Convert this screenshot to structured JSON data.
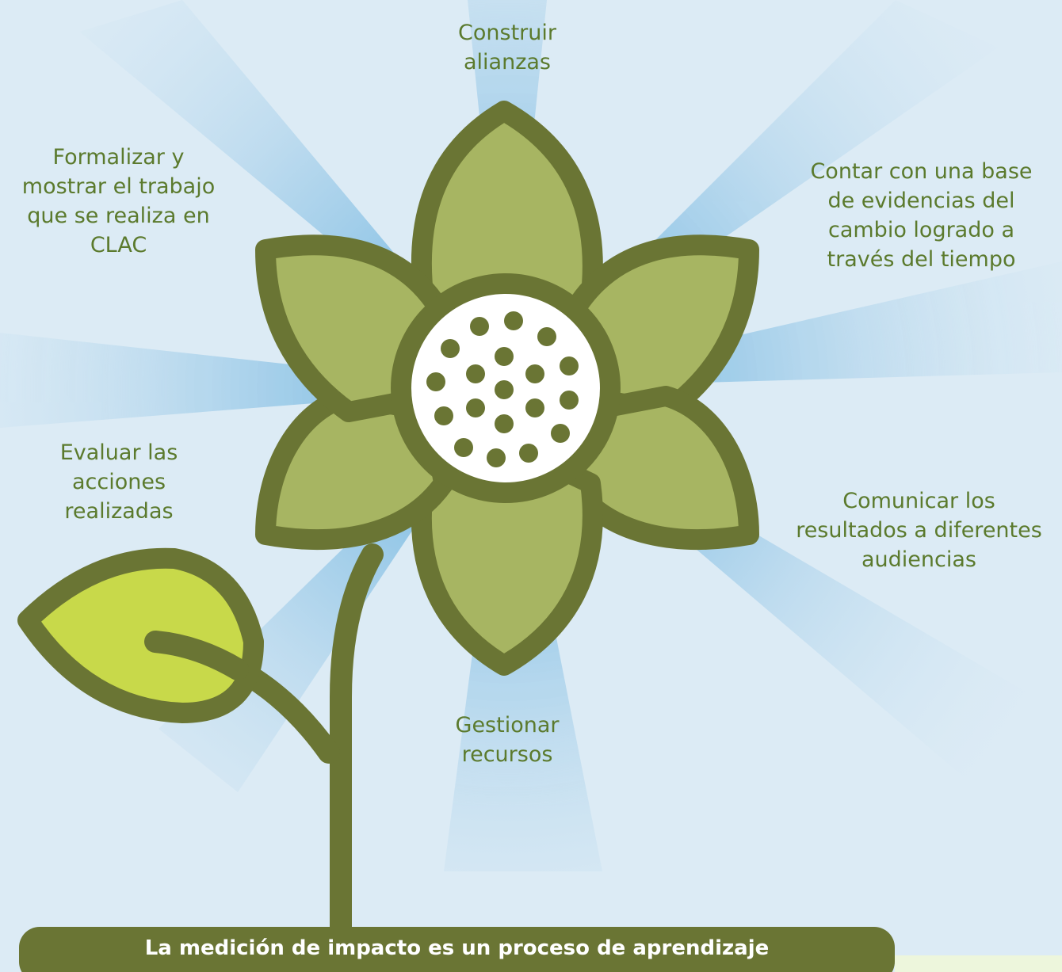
{
  "labels": {
    "top": [
      "Construir",
      "alianzas"
    ],
    "upper_left": [
      "Formalizar y",
      "mostrar el trabajo",
      "que se realiza en",
      "CLAC"
    ],
    "upper_right": [
      "Contar con una base",
      "de evidencias del",
      "cambio logrado a",
      "través del tiempo"
    ],
    "lower_left": [
      "Evaluar las",
      "acciones",
      "realizadas"
    ],
    "lower_right": [
      "Comunicar los",
      "resultados a diferentes",
      "audiencias"
    ],
    "bottom": [
      "Gestionar",
      "recursos"
    ]
  },
  "footer": "La medición de impacto es un proceso de aprendizaje",
  "colors": {
    "outline": "#6a7534",
    "petal": "#a7b562",
    "leaf": "#c8d94a",
    "center": "#ffffff",
    "text": "#5b7a2d",
    "ray": "#7fbde3",
    "background": "#dcebf5"
  },
  "icons": [
    "flower-icon",
    "leaf-icon",
    "stem-icon"
  ]
}
